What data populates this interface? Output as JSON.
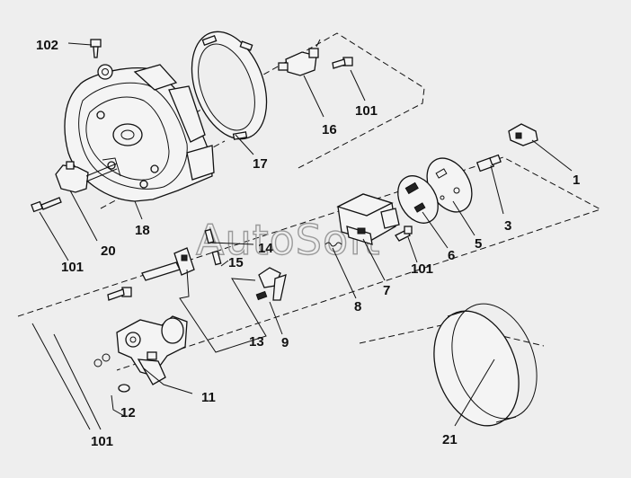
{
  "watermark": "AutoSoft",
  "callouts": {
    "c1": "1",
    "c3": "3",
    "c5": "5",
    "c6": "6",
    "c7": "7",
    "c8": "8",
    "c9": "9",
    "c11": "11",
    "c12": "12",
    "c13": "13",
    "c14": "14",
    "c15": "15",
    "c16": "16",
    "c17": "17",
    "c18": "18",
    "c20": "20",
    "c21": "21",
    "c101a": "101",
    "c101b": "101",
    "c101c": "101",
    "c101d": "101",
    "c102": "102"
  },
  "colors": {
    "ink": "#111111",
    "background": "#eeeeee",
    "watermark": "#9a9a9a"
  }
}
